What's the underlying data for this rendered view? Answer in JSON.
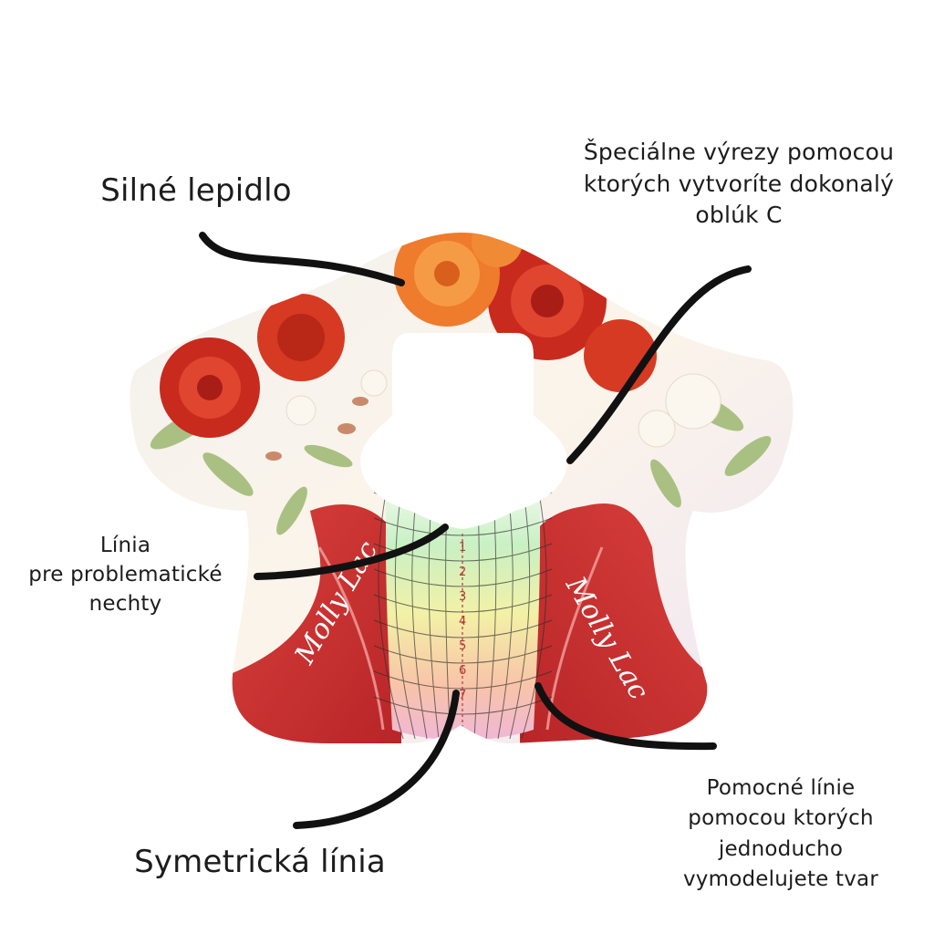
{
  "labels": {
    "strong_glue": "Silné lepidlo",
    "special_cuts": [
      "Špeciálne výrezy pomocou",
      "ktorých vytvoríte dokonalý",
      "oblúk C"
    ],
    "problem_nails": [
      "Línia",
      "pre problematické",
      "nechty"
    ],
    "symmetry_line": "Symetrická línia",
    "guide_lines": [
      "Pomocné línie",
      "pomocou ktorých",
      "jednoducho",
      "vymodelujete tvar"
    ]
  },
  "form": {
    "brand": "Molly Lac",
    "scale_numbers": [
      "1",
      "2",
      "3",
      "4",
      "5",
      "6",
      "7"
    ]
  },
  "colors": {
    "background": "#ffffff",
    "text": "#1c1c1c",
    "pointer": "#111111",
    "wing_red": "#c8322f",
    "rose_red": "#d63a22",
    "rose_orange": "#ef7b2c",
    "leaf_green": "#9bb870",
    "grid_line": "#2b2b2b"
  }
}
